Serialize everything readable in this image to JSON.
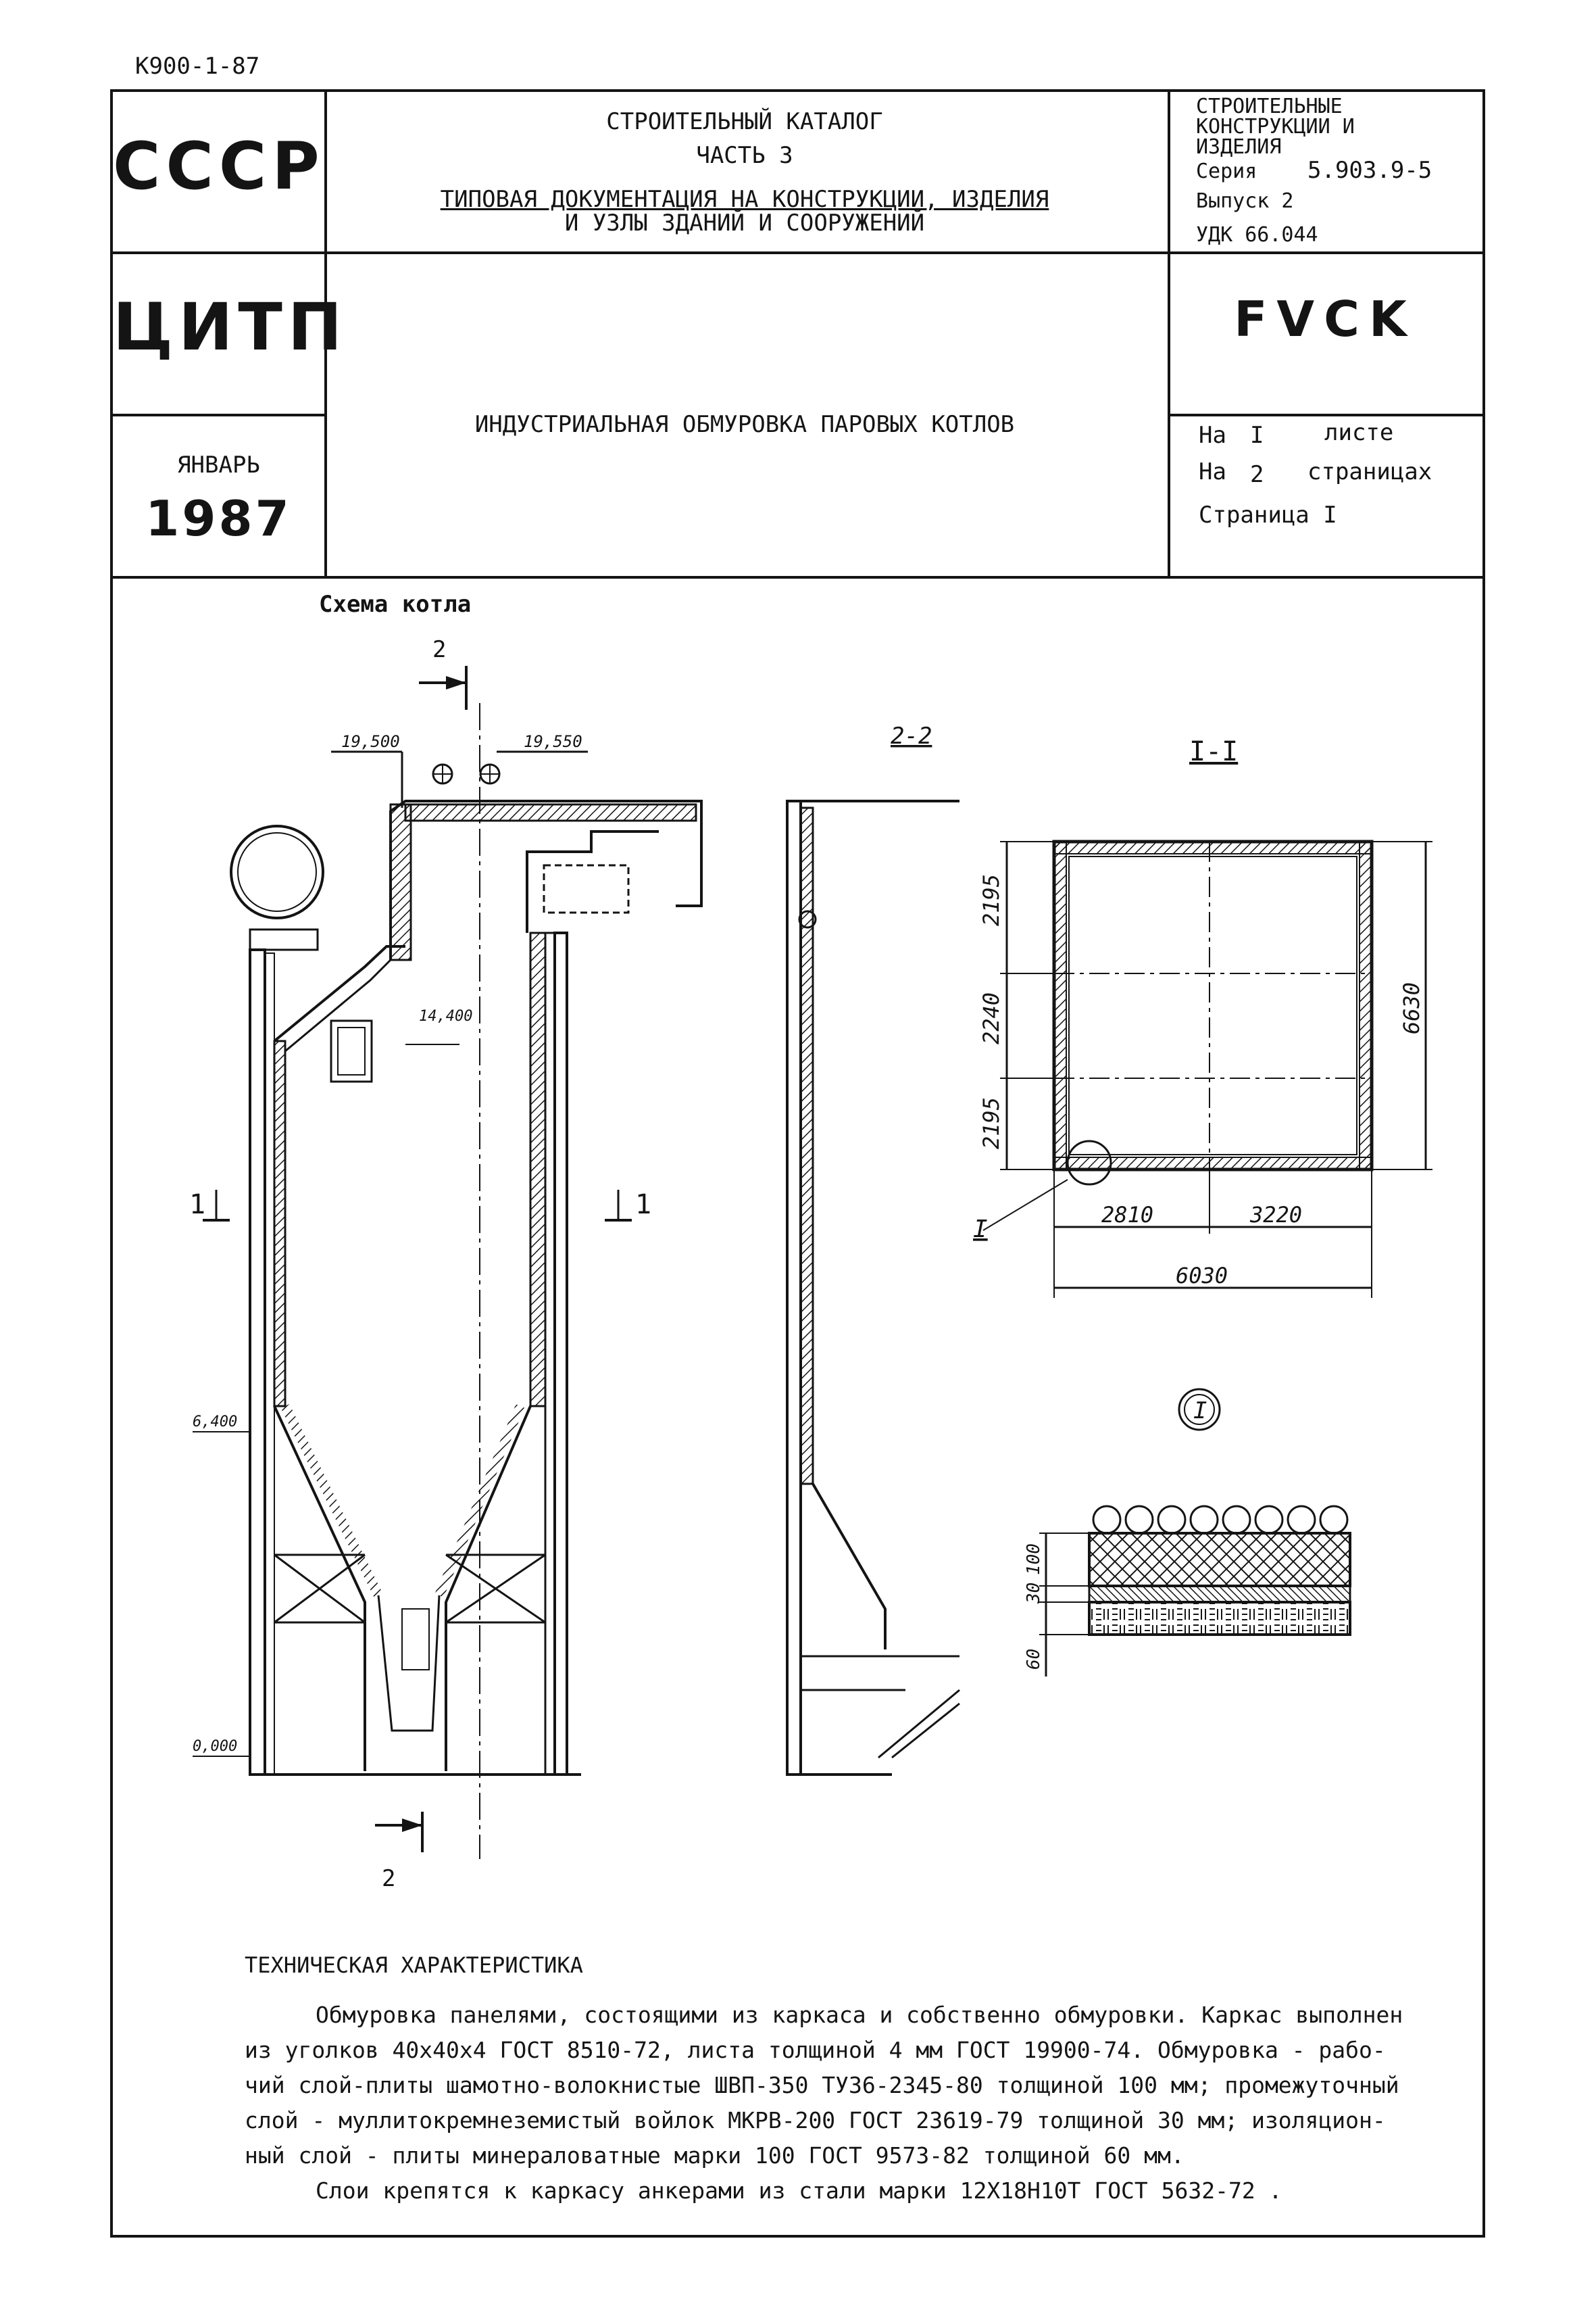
{
  "doc_code": "К900-1-87",
  "header": {
    "org1": "СССР",
    "org2": "ЦИТП",
    "month": "ЯНВАРЬ",
    "year": "1987",
    "catalog_title": "СТРОИТЕЛЬНЫЙ КАТАЛОГ",
    "catalog_part": "ЧАСТЬ 3",
    "catalog_desc_1": "ТИПОВАЯ ДОКУМЕНТАЦИЯ НА КОНСТРУКЦИИ, ИЗДЕЛИЯ",
    "catalog_desc_2": "И УЗЛЫ ЗДАНИЙ И СООРУЖЕНИЙ",
    "section_1": "СТРОИТЕЛЬНЫЕ",
    "section_2": "КОНСТРУКЦИИ И",
    "section_3": "ИЗДЕЛИЯ",
    "series_label": "Серия",
    "series_value": "5.903.9-5",
    "issue_label": "Выпуск 2",
    "udk": "УДК 66.044",
    "code": "FVCK",
    "doc_title": "ИНДУСТРИАЛЬНАЯ ОБМУРОВКА ПАРОВЫХ КОТЛОВ",
    "sheets_label_1": "На",
    "sheets_value_1": "I",
    "sheets_unit_1": "листе",
    "sheets_label_2": "На",
    "sheets_value_2": "2",
    "sheets_unit_2": "страницах",
    "page_label": "Страница I"
  },
  "drawing": {
    "title": "Схема котла",
    "section_2_top": "2",
    "section_2_bottom": "2",
    "section_1_left": "1",
    "section_1_right": "1",
    "elev_19500": "19,500",
    "elev_19550": "19,550",
    "elev_14400": "14,400",
    "elev_6400": "6,400",
    "elev_0000": "0,000",
    "view_2_2": "2-2",
    "view_1_1": "I-I",
    "dim_2195_top": "2195",
    "dim_2240": "2240",
    "dim_2195_bottom": "2195",
    "dim_6630": "6630",
    "dim_2810": "2810",
    "dim_3220": "3220",
    "dim_6030": "6030",
    "callout_I": "I",
    "detail_I": "I",
    "layer_100": "100",
    "layer_30": "30",
    "layer_60": "60"
  },
  "tech": {
    "title": "ТЕХНИЧЕСКАЯ ХАРАКТЕРИСТИКА",
    "line1": "Обмуровка панелями, состоящими из каркаса и собственно обмуровки. Каркас выполнен",
    "line2": "из уголков 40х40х4 ГОСТ 8510-72, листа толщиной 4 мм ГОСТ 19900-74. Обмуровка - рабо-",
    "line3": "чий слой-плиты шамотно-волокнистые ШВП-350 ТУ36-2345-80 толщиной 100 мм; промежуточный",
    "line4": "слой - муллитокремнеземистый войлок МКРВ-200 ГОСТ 23619-79 толщиной 30 мм; изоляцион-",
    "line5": "ный слой - плиты минераловатные марки 100 ГОСТ 9573-82 толщиной 60 мм.",
    "line6": "Слои крепятся к каркасу анкерами из стали марки 12Х18Н10Т ГОСТ 5632-72 ."
  }
}
